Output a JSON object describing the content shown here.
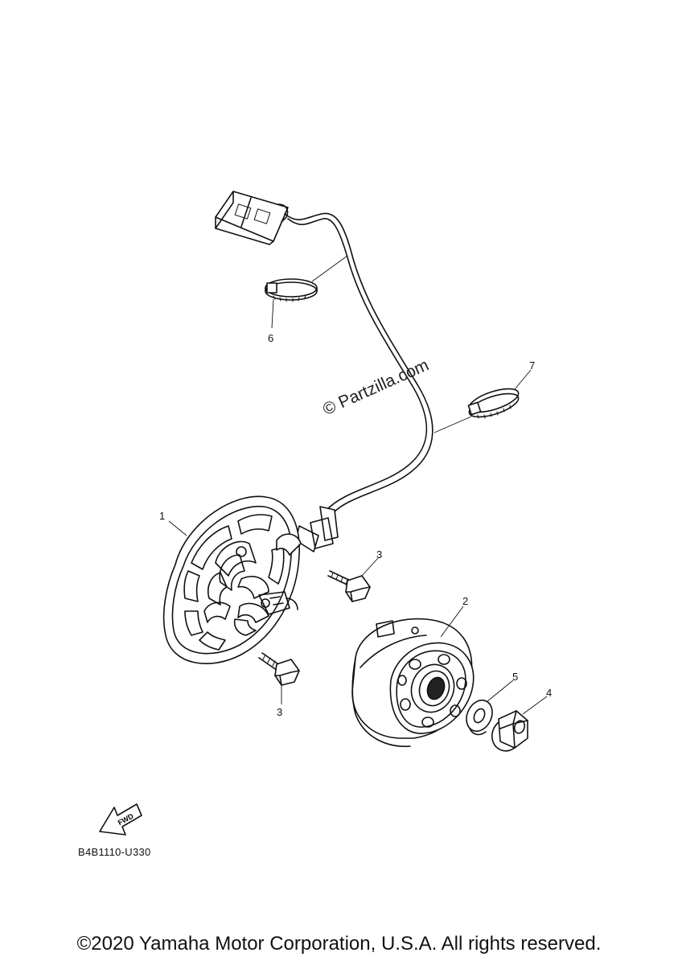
{
  "watermark": "© Partzilla.com",
  "diagram_code": "B4B1110-U330",
  "fwd_label": "FWD",
  "copyright": "©2020 Yamaha Motor Corporation, U.S.A. All rights reserved.",
  "callouts": {
    "stator": "1",
    "rotor": "2",
    "bolt_upper": "3",
    "bolt_lower": "3",
    "nut": "4",
    "washer": "5",
    "band_upper": "6",
    "band_lower": "7"
  }
}
